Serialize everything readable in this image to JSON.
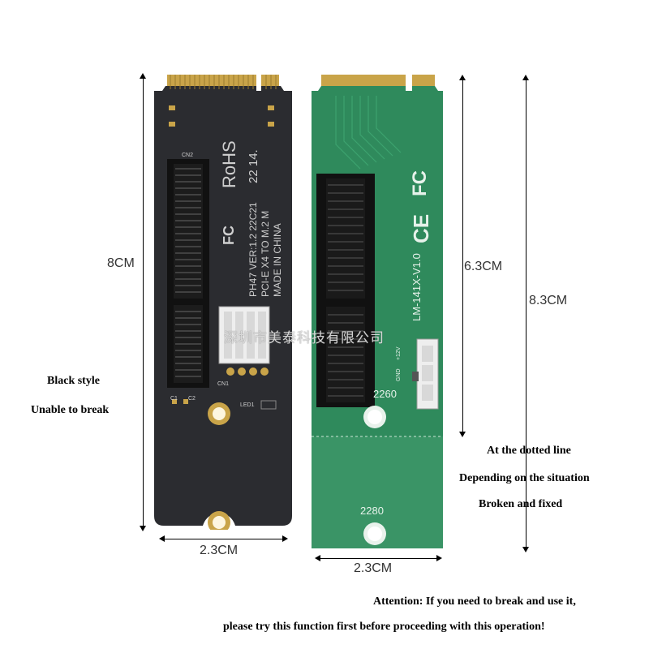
{
  "black_board": {
    "silkscreen": {
      "rohs": "RoHS",
      "date_code": "22 14.",
      "version": "PH47 VER:1.2 22C21",
      "model": "PCI-E X4 TO M.2 M",
      "origin": "MADE IN CHINA",
      "fc_mark": "FC",
      "cn2": "CN2",
      "cn1": "CN1",
      "c1": "C1",
      "c2": "C2",
      "led1": "LED1"
    },
    "height_label": "8CM",
    "width_label": "2.3CM"
  },
  "green_board": {
    "silkscreen": {
      "model": "LM-141X-V1.0",
      "ce_mark": "CE",
      "fc_mark": "FC",
      "v12": "+12V",
      "gnd": "GND",
      "size_2260": "2260",
      "size_2280": "2280"
    },
    "height_label": "6.3CM",
    "total_height_label": "8.3CM",
    "width_label": "2.3CM"
  },
  "watermark": "深圳市美泰科技有限公司",
  "notes": {
    "black_style": "Black style",
    "unable_to_break": "Unable to break",
    "dotted_line": "At the dotted line",
    "depending": "Depending on the situation",
    "broken_fixed": "Broken and fixed",
    "attention": "Attention: If you need to break and use it,",
    "try_function": "please try this function first before proceeding with this operation!"
  },
  "colors": {
    "black_pcb": "#2b2c30",
    "green_pcb": "#2f8a5c",
    "gold": "#c9a449"
  }
}
